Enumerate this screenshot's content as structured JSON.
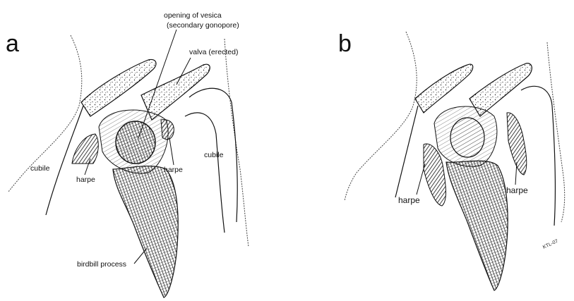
{
  "panels": [
    {
      "letter": "a",
      "labels": {
        "opening_line1": "opening of vesica",
        "opening_line2": "(secondary gonopore)",
        "valva": "valva (erected)",
        "cubile_left": "cubile",
        "cubile_right": "cubile",
        "harpe_left": "harpe",
        "harpe_right": "harpe",
        "birdbill": "birdbill process"
      }
    },
    {
      "letter": "b",
      "labels": {
        "harpe_left": "harpe",
        "harpe_right": "harpe"
      },
      "signature": "KTL-07"
    }
  ],
  "colors": {
    "ink": "#111111",
    "background": "#ffffff"
  }
}
